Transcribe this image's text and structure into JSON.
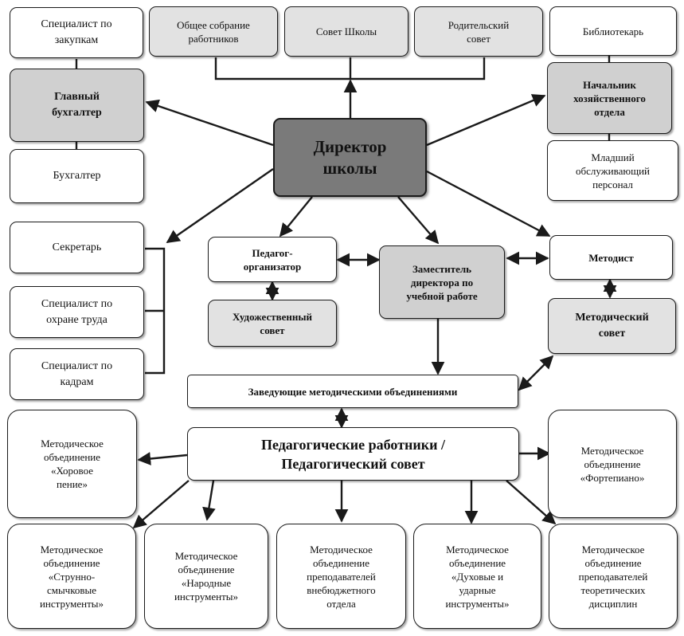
{
  "nodes": {
    "director": "Директор\nшколы",
    "procurement": "Специалист по\nзакупкам",
    "general_meeting": "Общее собрание\nработников",
    "school_council": "Совет Школы",
    "parent_council": "Родительский\nсовет",
    "librarian": "Библиотекарь",
    "chief_accountant": "Главный\nбухгалтер",
    "accountant": "Бухгалтер",
    "head_maintenance": "Начальник\nхозяйственного\nотдела",
    "junior_staff": "Младший\nобслуживающий\nперсонал",
    "secretary": "Секретарь",
    "labor_safety": "Специалист по\nохране труда",
    "hr": "Специалист по\nкадрам",
    "ped_organizer": "Педагог-\nорганизатор",
    "art_council": "Художественный\nсовет",
    "deputy": "Заместитель\nдиректора по\nучебной работе",
    "methodist": "Методист",
    "method_council": "Методический\nсовет",
    "heads_mo": "Заведующие методическими объединениями",
    "ped_workers": "Педагогические работники /\nПедагогический совет",
    "mo_choir": "Методическое\nобъединение\n«Хоровое\nпение»",
    "mo_piano": "Методическое\nобъединение\n«Фортепиано»",
    "mo_strings": "Методическое\nобъединение\n«Струнно-\nсмычковые\nинструменты»",
    "mo_folk": "Методическое\nобъединение\n«Народные\nинструменты»",
    "mo_extra": "Методическое\nобъединение\nпреподавателей\nвнебюджетного\nотдела",
    "mo_winds": "Методическое\nобъединение\n«Духовые и\nударные\nинструменты»",
    "mo_theory": "Методическое\nобъединение\nпреподавателей\nтеоретических\nдисциплин"
  },
  "colors": {
    "line": "#1a1a1a",
    "director_fill": "#7a7a7a",
    "gray_fill": "#e2e2e2",
    "dark_gray_fill": "#d0d0d0"
  }
}
